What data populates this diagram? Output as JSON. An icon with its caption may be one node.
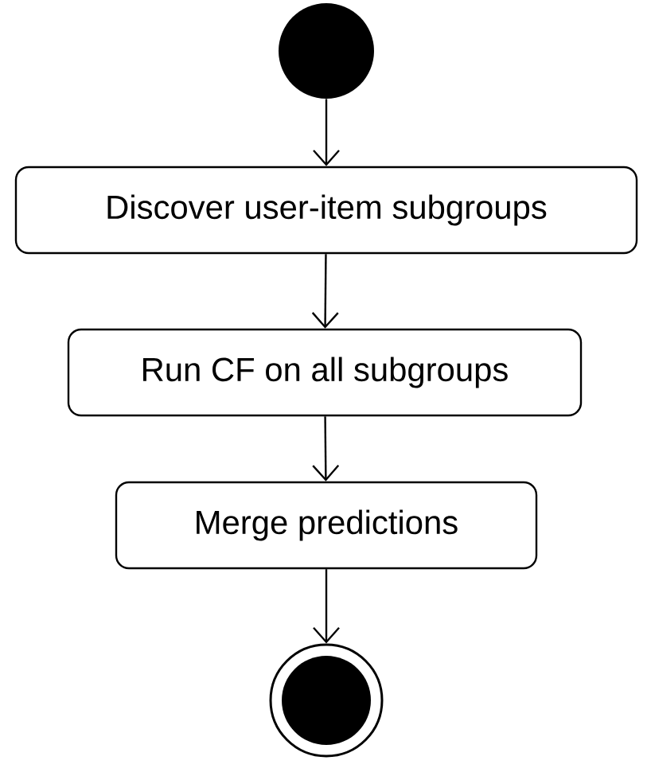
{
  "diagram": {
    "nodes": [
      {
        "text": [],
        "shape": "circle"
      },
      {
        "text": [
          "Discover user-item subgroups"
        ]
      },
      {
        "text": [
          "Run CF on all subgroups"
        ]
      },
      {
        "text": [
          "Merge predictions"
        ]
      },
      {
        "text": [],
        "shape": "bullseye"
      }
    ],
    "edges": [
      {
        "from": 0,
        "to": 1,
        "arrow": "to"
      },
      {
        "from": 1,
        "to": 2,
        "arrow": "to"
      },
      {
        "from": 2,
        "to": 3,
        "arrow": "to"
      },
      {
        "from": 3,
        "to": 4,
        "arrow": "to"
      }
    ]
  }
}
